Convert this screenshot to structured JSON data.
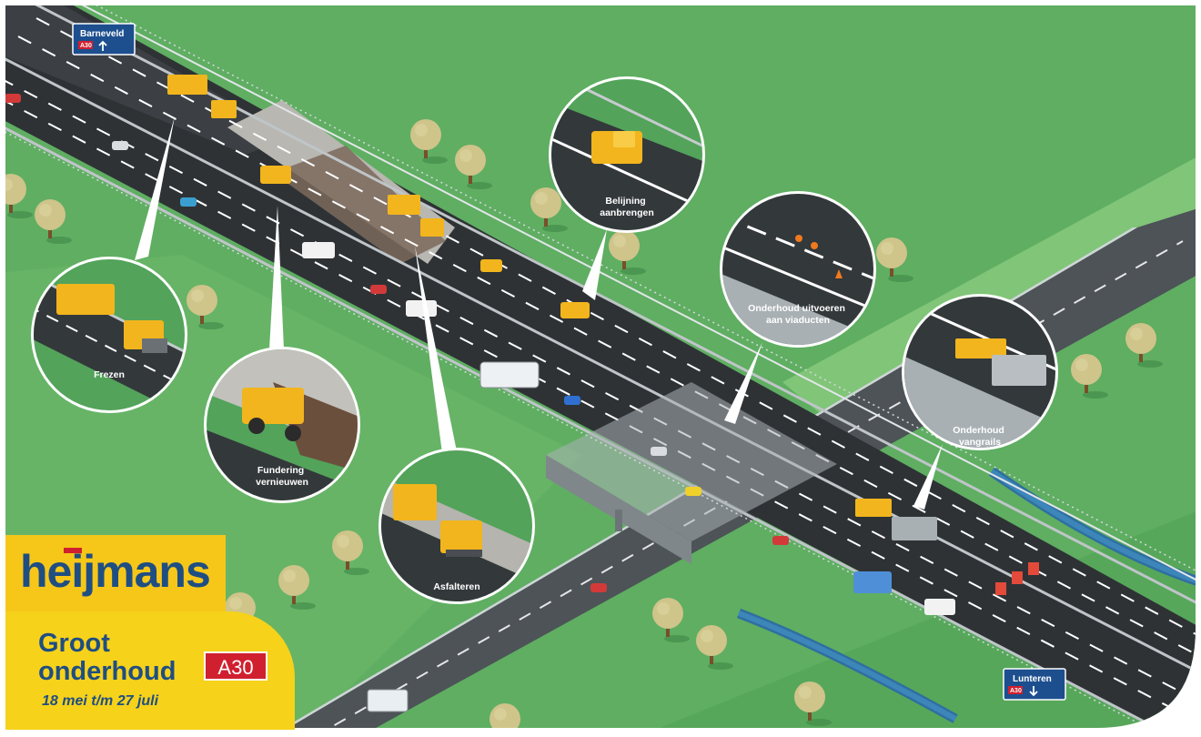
{
  "brand": {
    "name": "heijmans"
  },
  "title": {
    "line1": "Groot",
    "line2": "onderhoud",
    "road": "A30",
    "dates": "18 mei t/m 27 juli"
  },
  "signs": {
    "north": {
      "place": "Barneveld",
      "road": "A30",
      "arrow": "arrow-up-icon"
    },
    "south": {
      "place": "Lunteren",
      "road": "A30",
      "arrow": "arrow-down-icon"
    }
  },
  "zooms": {
    "frezen": {
      "lines": [
        "Frezen"
      ]
    },
    "fundering": {
      "lines": [
        "Fundering",
        "vernieuwen"
      ]
    },
    "asfalteren": {
      "lines": [
        "Asfalteren"
      ]
    },
    "belijning": {
      "lines": [
        "Belijning",
        "aanbrengen"
      ]
    },
    "viaducten": {
      "lines": [
        "Onderhoud uitvoeren",
        "aan viaducten"
      ]
    },
    "vangrails": {
      "lines": [
        "Onderhoud",
        "vangrails"
      ]
    }
  },
  "colors": {
    "grass": "#5fae62",
    "grass_dark": "#4f9a55",
    "asphalt": "#2e3235",
    "brand_yellow": "#f6c719",
    "brand_blue": "#1f4e82",
    "brand_red": "#d0202f",
    "sign_blue": "#1d4f8f"
  }
}
